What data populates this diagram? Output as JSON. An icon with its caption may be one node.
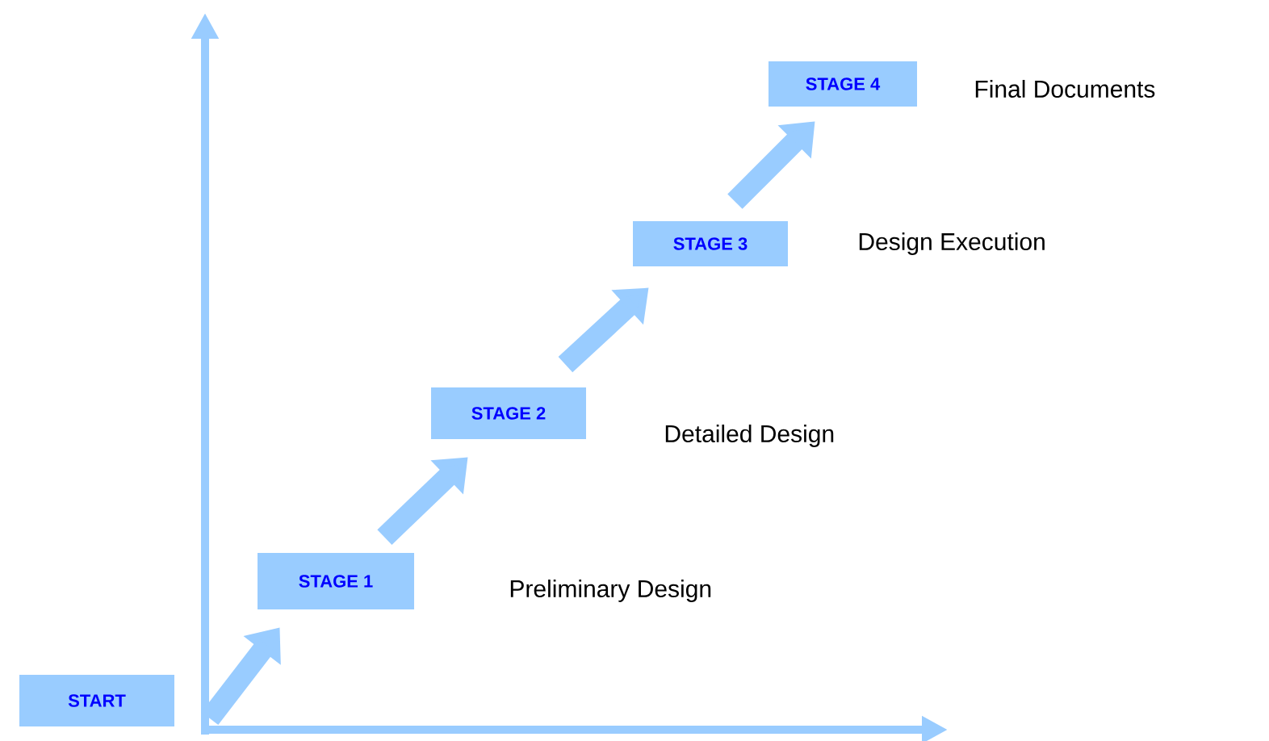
{
  "diagram": {
    "nodes": [
      {
        "text": [
          "START"
        ]
      },
      {
        "text": [
          "STAGE 1"
        ]
      },
      {
        "text": [
          "STAGE 2"
        ]
      },
      {
        "text": [
          "STAGE 3"
        ]
      },
      {
        "text": [
          "STAGE 4"
        ]
      }
    ],
    "edges": [
      {
        "from": null,
        "to": 1,
        "arrow": "to"
      },
      {
        "from": 1,
        "to": 2,
        "arrow": "to"
      },
      {
        "from": 2,
        "to": 3,
        "arrow": "to"
      },
      {
        "from": 3,
        "to": 4,
        "arrow": "to"
      }
    ],
    "labels": [
      "Final Documents",
      "Design Execution",
      "Detailed Design",
      "Preliminary Design"
    ]
  }
}
